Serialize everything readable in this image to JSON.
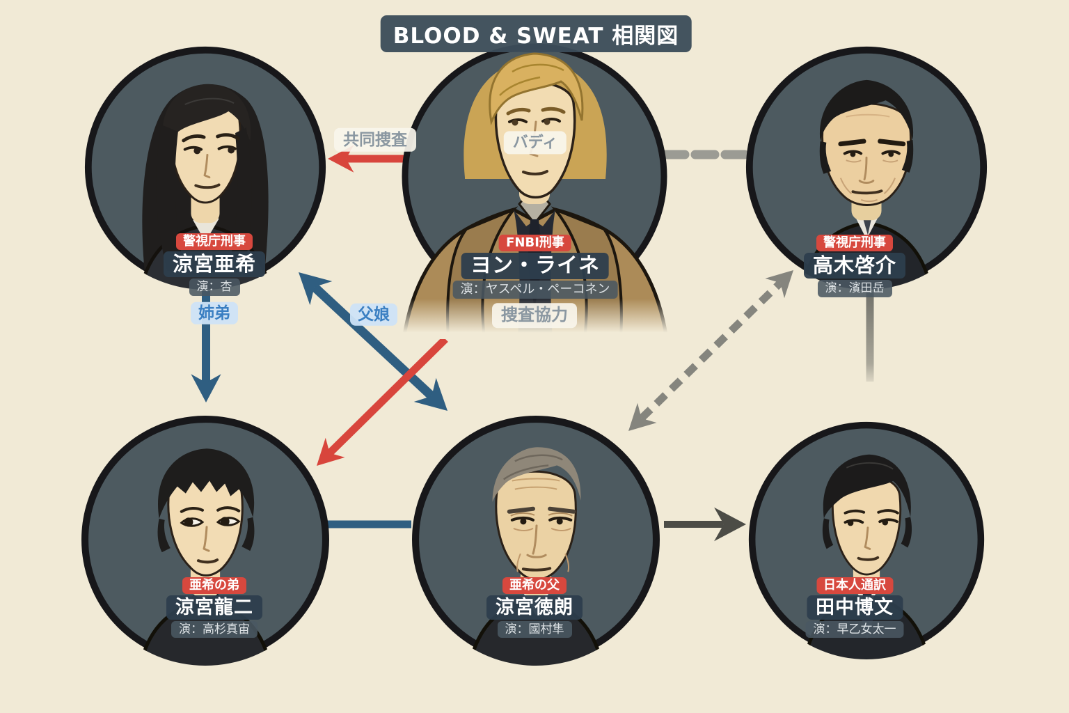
{
  "title": "BLOOD & SWEAT 相関図",
  "characters": [
    {
      "id": "aki",
      "badge": "警視庁刑事",
      "name": "涼宮亜希",
      "actor": "演：杏"
    },
    {
      "id": "yon",
      "badge": "FNBI刑事",
      "name": "ヨン・ライネ",
      "actor": "演：ヤスペル・ペーコネン"
    },
    {
      "id": "takagi",
      "badge": "警視庁刑事",
      "name": "高木啓介",
      "actor": "演：濱田岳"
    },
    {
      "id": "ryuji",
      "badge": "亜希の弟",
      "name": "涼宮龍二",
      "actor": "演：高杉真宙"
    },
    {
      "id": "tokuro",
      "badge": "亜希の父",
      "name": "涼宮徳朗",
      "actor": "演：國村隼"
    },
    {
      "id": "tanaka",
      "badge": "日本人通訳",
      "name": "田中博文",
      "actor": "演：早乙女太一"
    }
  ],
  "relationships": [
    {
      "label": "共同捜査",
      "type": "red-arrow",
      "from": "ヨン・ライネ",
      "to": "涼宮亜希"
    },
    {
      "label": "バディ",
      "type": "tag",
      "between": [
        "ヨン・ライネ",
        "涼宮亜希"
      ]
    },
    {
      "label": "姉弟",
      "type": "blue-arrow",
      "from": "涼宮亜希",
      "to": "涼宮龍二"
    },
    {
      "label": "父娘",
      "type": "blue-double-arrow",
      "between": [
        "涼宮亜希",
        "涼宮徳朗"
      ]
    },
    {
      "label": "捜査協力",
      "type": "tag",
      "between": [
        "ヨン・ライネ",
        "涼宮徳朗"
      ]
    },
    {
      "label": "",
      "type": "red-arrow",
      "from": "ヨン・ライネ",
      "to": "涼宮龍二"
    },
    {
      "label": "",
      "type": "gray-dashed-line",
      "between": [
        "ヨン・ライネ",
        "高木啓介"
      ]
    },
    {
      "label": "",
      "type": "gray-dashed-double-arrow",
      "between": [
        "涼宮徳朗",
        "高木啓介"
      ]
    },
    {
      "label": "",
      "type": "gray-fading-line",
      "between": [
        "高木啓介",
        "田中博文"
      ]
    },
    {
      "label": "",
      "type": "blue-line",
      "between": [
        "涼宮龍二",
        "涼宮徳朗"
      ]
    },
    {
      "label": "",
      "type": "dark-arrow",
      "from": "涼宮徳朗",
      "to": "田中博文"
    }
  ],
  "colors": {
    "background": "#f1ead6",
    "title_plate": "#3c4d5a",
    "badge_red": "#d7483e",
    "name_plate": "#2d3e4d",
    "actor_plate": "#4a5862",
    "label_light_bg": "#f8f5eb",
    "label_light_text": "#8a97a1",
    "label_blue_bg": "#cde3f7",
    "label_blue_text": "#3a7fc2",
    "arrow_red": "#d8453c",
    "arrow_blue": "#2f5e81",
    "arrow_gray": "#9b9b94",
    "arrow_gray2": "#85857e",
    "arrow_dark": "#4c4c46",
    "arrow_dark2": "#6f6f68",
    "circle_fill": "#4d5a60",
    "circle_ring": "#17171a"
  }
}
